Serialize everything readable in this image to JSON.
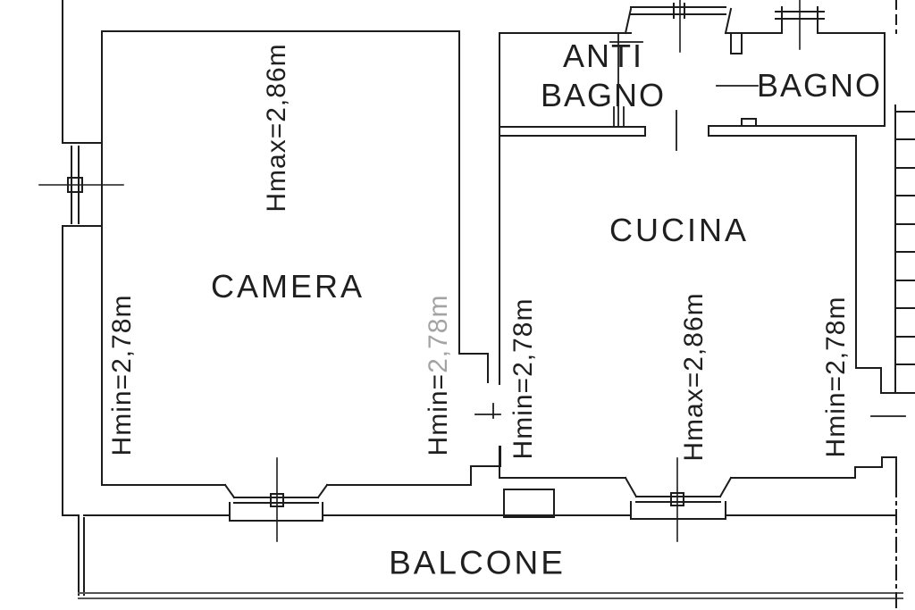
{
  "plan_title": "apartment-floor-plan",
  "rooms": {
    "camera": "CAMERA",
    "cucina": "CUCINA",
    "anti_bagno_line1": "ANTI",
    "anti_bagno_line2": "BAGNO",
    "bagno": "BAGNO",
    "balcone": "BALCONE"
  },
  "height_annotations": {
    "camera_left": "Hmin=2,78m",
    "camera_top": "Hmax=2,86m",
    "camera_right_prefix": "Hmin=",
    "camera_right_value": "2,78m",
    "cucina_left": "Hmin=2,78m",
    "cucina_center": "Hmax=2,86m",
    "cucina_right": "Hmin=2,78m"
  },
  "colors": {
    "line": "#1c1c1c",
    "balcony_edge": "#555555",
    "faded_text": "#a3a3a3",
    "background": "#ffffff"
  }
}
